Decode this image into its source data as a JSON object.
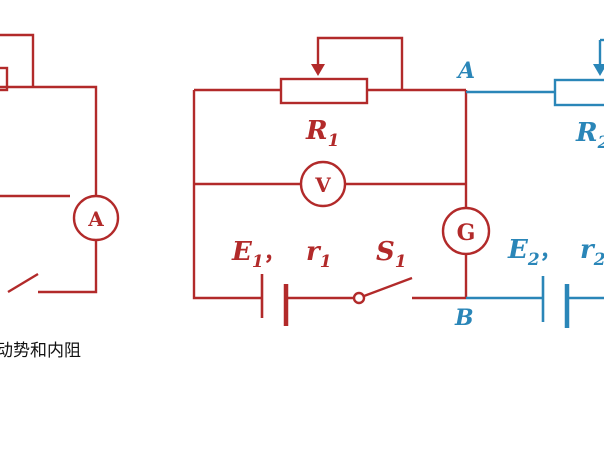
{
  "colors": {
    "red_circuit": "#b22a2a",
    "blue_circuit": "#2a86b8",
    "background": "#ffffff",
    "caption_text": "#111111"
  },
  "left_fragment": {
    "ammeter_symbol": "A"
  },
  "main_circuit": {
    "rheostat_label": "R",
    "rheostat_sub": "1",
    "voltmeter_symbol": "V",
    "galvanometer_symbol": "G",
    "source_emf_label": "E",
    "source_emf_sub": "1",
    "comma": "，",
    "source_r_label": "r",
    "source_r_sub": "1",
    "switch_label": "S",
    "switch_sub": "1",
    "node_a": "A",
    "node_b": "B"
  },
  "right_circuit": {
    "rheostat_label": "R",
    "rheostat_sub": "2",
    "source_emf_label": "E",
    "source_emf_sub": "2",
    "comma": "，",
    "source_r_label": "r",
    "source_r_sub": "2"
  },
  "caption": "动势和内阻"
}
